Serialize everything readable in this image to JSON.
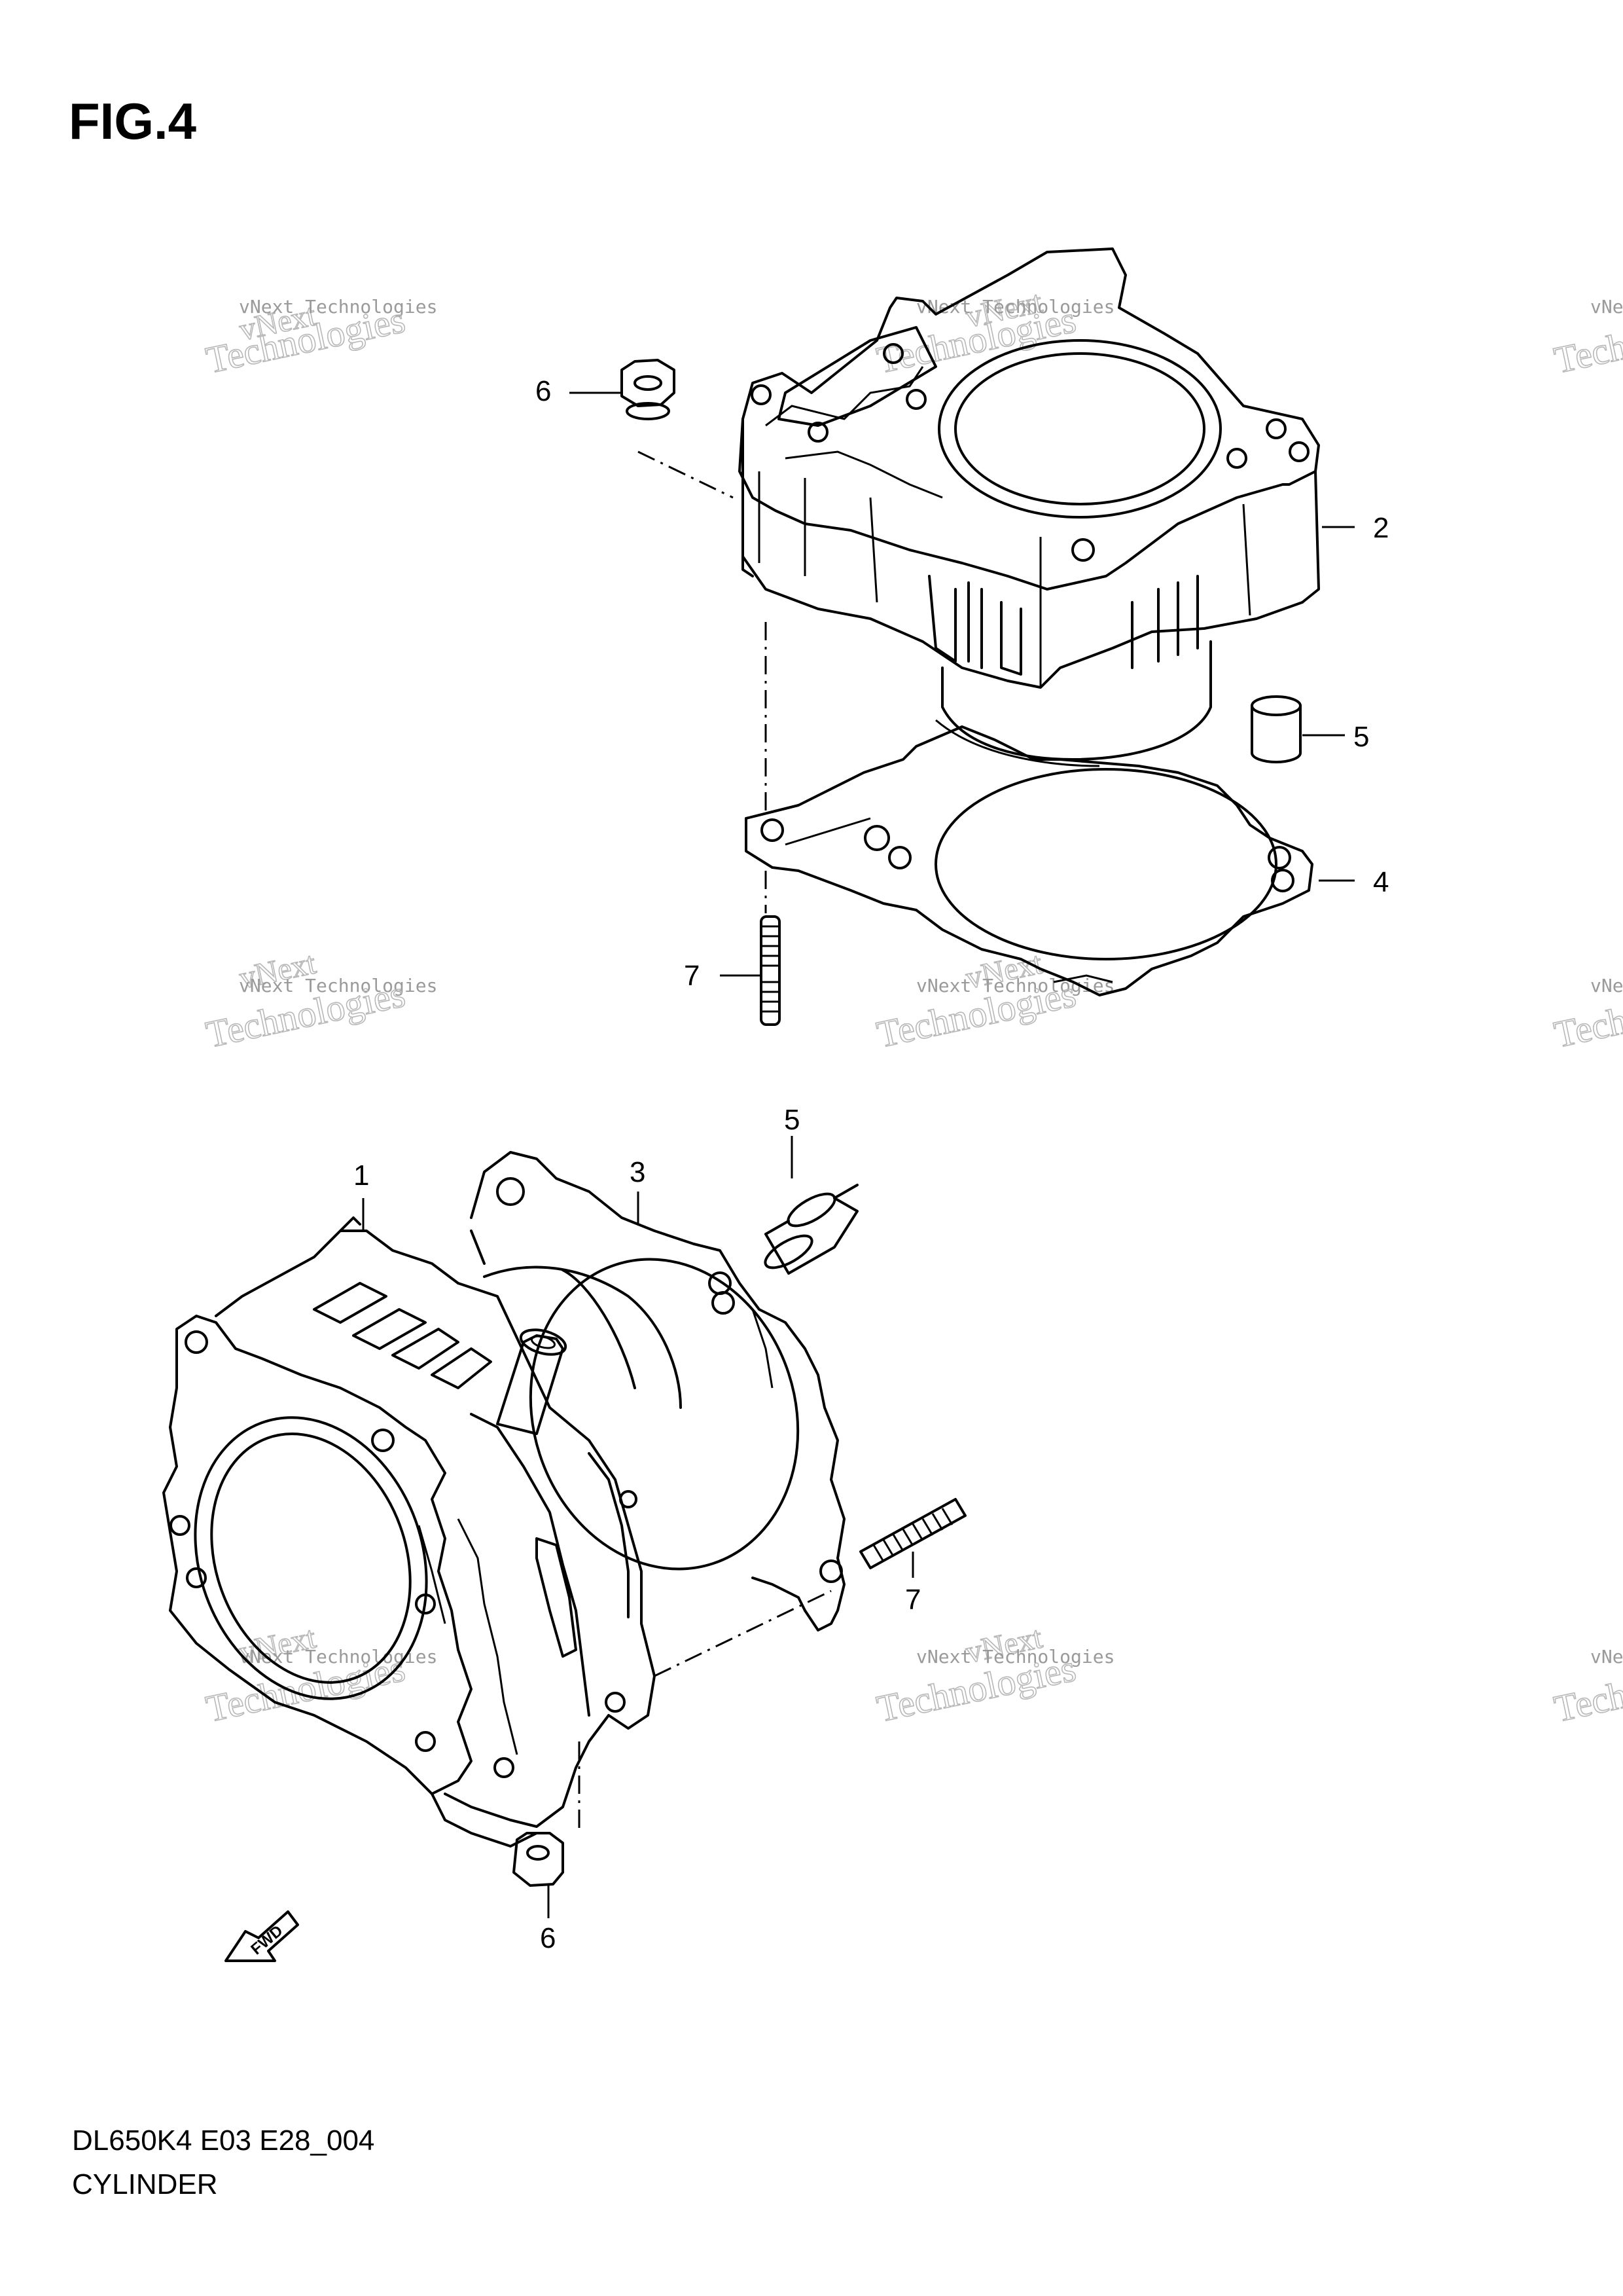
{
  "figure": {
    "label": "FIG.4"
  },
  "footer": {
    "code": "DL650K4 E03 E28_004",
    "title": "CYLINDER"
  },
  "watermark": {
    "line1": "vNext Technologies",
    "line2": "vNext",
    "line3": "Technologies"
  },
  "callouts": {
    "c1": "1",
    "c2": "2",
    "c3": "3",
    "c4": "4",
    "c5a": "5",
    "c5b": "5",
    "c6a": "6",
    "c6b": "6",
    "c7a": "7",
    "c7b": "7"
  },
  "fwd": {
    "label": "FWD"
  },
  "colors": {
    "line": "#000000",
    "watermark": "#b8b8b8",
    "background": "#ffffff"
  }
}
